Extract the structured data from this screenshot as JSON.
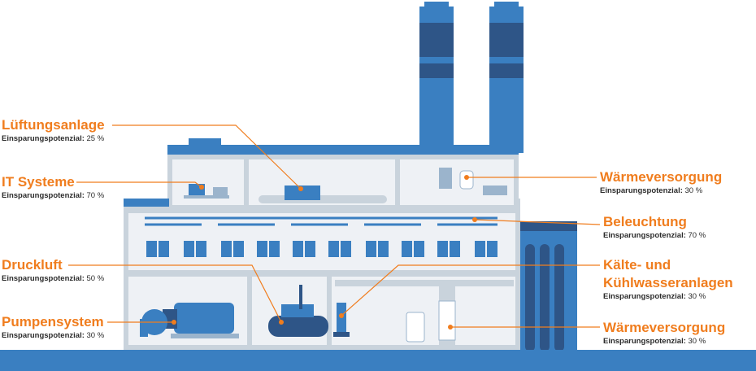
{
  "colors": {
    "accent": "#f07d1e",
    "blue": "#3a7fc1",
    "dark_blue": "#2e5587",
    "wall": "#c9d3dc",
    "interior": "#eef1f5"
  },
  "sublabel_prefix": "Einsparungspotenzial:",
  "left_labels": [
    {
      "title": "Lüftungsanlage",
      "value": "25 %"
    },
    {
      "title": "IT Systeme",
      "value": "70 %"
    },
    {
      "title": "Druckluft",
      "value": "50 %"
    },
    {
      "title": "Pumpensystem",
      "value": "30 %"
    }
  ],
  "right_labels": [
    {
      "title": "Wärmeversorgung",
      "value": "30 %"
    },
    {
      "title": "Beleuchtung",
      "value": "70 %"
    },
    {
      "title_line1": "Kälte- und",
      "title_line2": "Kühlwasseranlagen",
      "value": "30 %"
    },
    {
      "title": "Wärmeversorgung",
      "value": "30 %"
    }
  ]
}
